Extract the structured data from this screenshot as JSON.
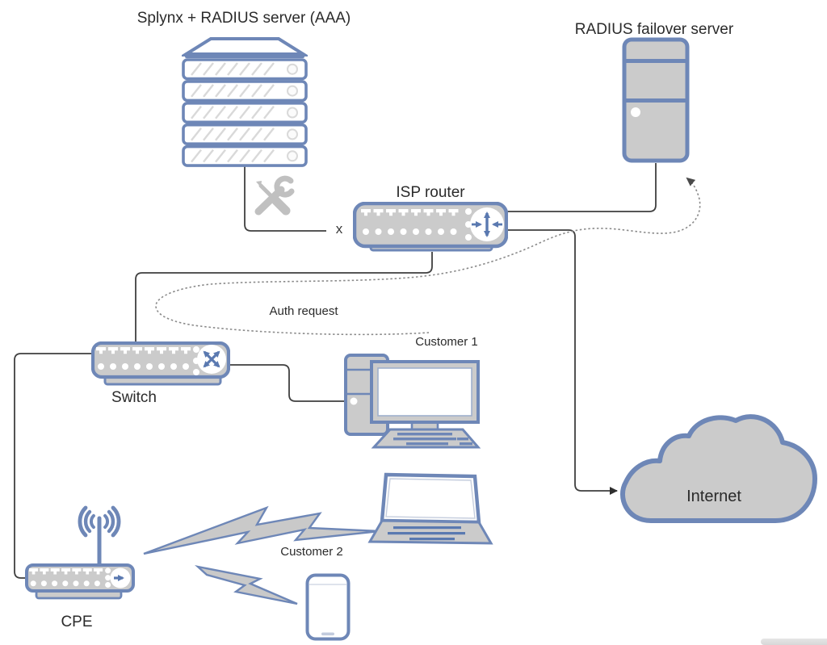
{
  "diagram": {
    "nodes": {
      "splynx_server": {
        "label": "Splynx + RADIUS server (AAA)"
      },
      "failover_server": {
        "label": "RADIUS failover server"
      },
      "isp_router": {
        "label": "ISP router"
      },
      "switch": {
        "label": "Switch"
      },
      "customer1": {
        "label": "Customer 1"
      },
      "customer2": {
        "label": "Customer 2"
      },
      "cpe": {
        "label": "CPE"
      },
      "internet": {
        "label": "Internet"
      }
    },
    "annotations": {
      "auth_request": "Auth request",
      "failed_link_marker": "x"
    },
    "icons": {
      "tools-icon": "crossed wrench and screwdriver (gray)",
      "router-arrows-icon": "four-way arrows in white circle",
      "switch-arrows-icon": "diagonal cross arrows in white circle",
      "wifi-antenna-icon": "antenna mast with radio arcs",
      "forward-arrow-icon": "right arrow in white circle",
      "lightning-bolt-icon": "lightning bolt wireless link",
      "cloud-icon": "cloud shape",
      "power-dot-icon": "white dot"
    },
    "colors": {
      "device_border": "#6e87b7",
      "device_fill": "#cbcbcb",
      "screen_fill": "#ffffff",
      "wire": "#3f3f3f",
      "dotted_wire": "#8a8a8a",
      "text": "#2b2b2b"
    }
  }
}
